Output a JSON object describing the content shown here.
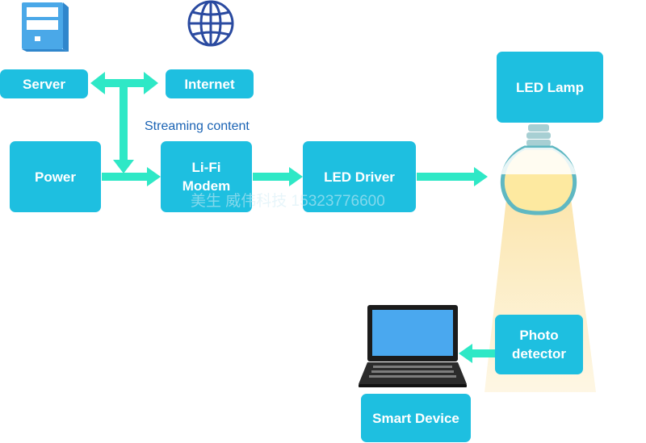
{
  "nodes": {
    "server": "Server",
    "internet": "Internet",
    "power": "Power",
    "lifi_line1": "Li-Fi",
    "lifi_line2": "Modem",
    "led_driver": "LED Driver",
    "led_lamp": "LED Lamp",
    "photo_line1": "Photo",
    "photo_line2": "detector",
    "smart_device": "Smart Device"
  },
  "annotation": "Streaming content",
  "watermark": "美生 威伟科技 15323776600",
  "icons": [
    "server-icon",
    "globe-icon",
    "light-bulb-icon",
    "laptop-icon"
  ],
  "colors": {
    "box": "#1ebfe0",
    "arrow": "#2ee8c6",
    "text_box": "#ffffff",
    "annotation": "#1a63b4",
    "light_beam": "#fbe8b4"
  }
}
